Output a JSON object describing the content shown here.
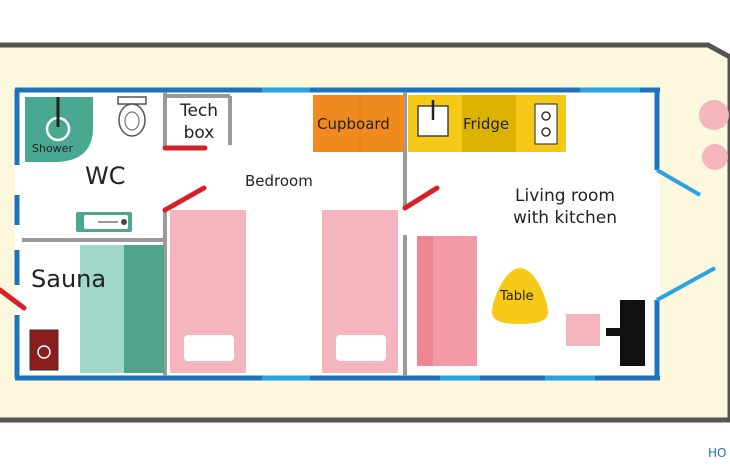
{
  "rooms": {
    "wc": "WC",
    "bedroom": "Bedroom",
    "living_line1": "Living room",
    "living_line2": "with kitchen",
    "sauna": "Sauna"
  },
  "fixtures": {
    "shower": "Shower",
    "tech_line1": "Tech",
    "tech_line2": "box",
    "cupboard": "Cupboard",
    "fridge": "Fridge",
    "table": "Table"
  },
  "footer": {
    "partial": "HO"
  },
  "colors": {
    "hull": "#fbf8dd",
    "hull_outline": "#555555",
    "wall": "#1e73be",
    "window": "#29a3e3",
    "partition": "#9a9a9a",
    "door": "#d71f2a",
    "bed": "#f4b5bd",
    "sofa": "#f29aa6",
    "cupboard": "#f08a1e",
    "fridge": "#dcb300",
    "kitchen_yellow": "#f6c818",
    "shower": "#4aa790",
    "sauna_bench_light": "#9fd8c8",
    "sauna_bench_dark": "#4fa48e",
    "stove": "#8b1d1d",
    "table": "#f6c818",
    "chair": "#f4b5bd",
    "tv": "#111111"
  }
}
